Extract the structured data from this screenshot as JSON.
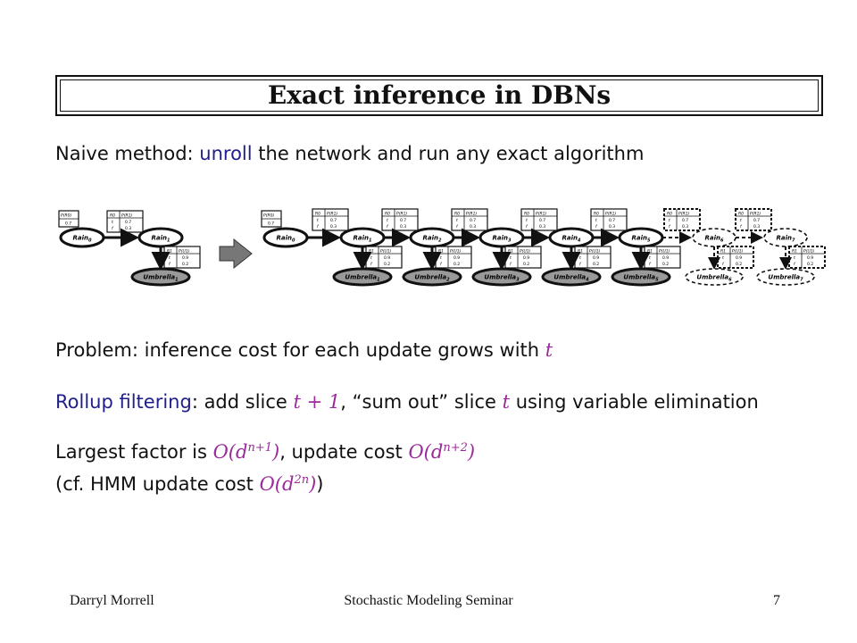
{
  "title": "Exact inference in DBNs",
  "line1": {
    "prefix": "Naive method: ",
    "highlight": "unroll",
    "suffix": " the network and run any exact algorithm"
  },
  "diagram": {
    "prior_header": "P(R0)",
    "prior_value": "0.7",
    "trans_headers": [
      "R0",
      "P(R1)"
    ],
    "trans_rows": [
      [
        "t",
        "0.7"
      ],
      [
        "f",
        "0.3"
      ]
    ],
    "sensor_headers": [
      "R1",
      "P(U1)"
    ],
    "sensor_rows": [
      [
        "t",
        "0.9"
      ],
      [
        "f",
        "0.2"
      ]
    ],
    "rain_nodes": [
      "Rain0",
      "Rain1",
      "Rain2",
      "Rain3",
      "Rain4",
      "Rain5",
      "Rain6",
      "Rain7"
    ],
    "umbrella_nodes": [
      "Umbrella1",
      "Umbrella2",
      "Umbrella3",
      "Umbrella4",
      "Umbrella5",
      "Umbrella6",
      "Umbrella7"
    ]
  },
  "line2": {
    "text": "Problem: inference cost for each update grows with ",
    "var": "t"
  },
  "line3": {
    "highlight": "Rollup filtering",
    "part1": ": add slice ",
    "math1": "t + 1",
    "part2": ", “sum out” slice ",
    "math2": "t",
    "part3": " using variable elimination"
  },
  "line4": {
    "part1": "Largest factor is ",
    "math1_base": "O(d",
    "math1_sup": "n+1",
    "math1_end": ")",
    "part2": ", update cost ",
    "math2_base": "O(d",
    "math2_sup": "n+2",
    "math2_end": ")"
  },
  "line5": {
    "part1": "(cf. HMM update cost ",
    "math_base": "O(d",
    "math_sup": "2n",
    "math_end": ")",
    "part2": ")"
  },
  "footer": {
    "author": "Darryl Morrell",
    "seminar": "Stochastic Modeling Seminar",
    "page": "7"
  },
  "colors": {
    "highlight": "#1e1e8c",
    "math": "#9a2a9a",
    "arrow_fill": "#777777",
    "umbrella_fill": "#999999"
  }
}
